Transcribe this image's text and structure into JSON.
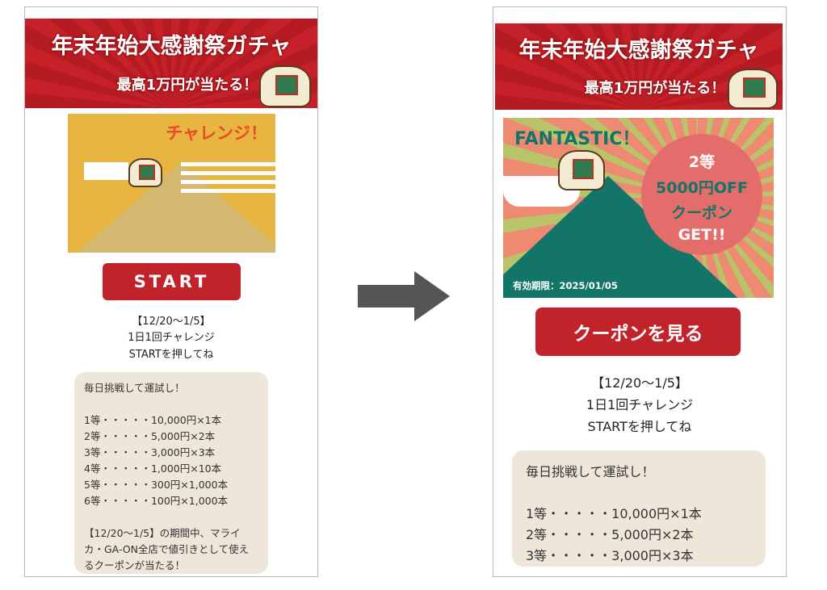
{
  "banner": {
    "title": "年末年始大感謝祭ガチャ",
    "subtitle": "最高1万円が当たる！"
  },
  "before": {
    "image_text": "チャレンジ！",
    "button": "START",
    "period": "【12/20〜1/5】",
    "line1": "1日1回チャレンジ",
    "line2": "STARTを押してね",
    "card": {
      "intro": "毎日挑戦して運試し！",
      "prizes": [
        "1等・・・・・10,000円×1本",
        "2等・・・・・5,000円×2本",
        "3等・・・・・3,000円×3本",
        "4等・・・・・1,000円×10本",
        "5等・・・・・300円×1,000本",
        "6等・・・・・100円×1,000本"
      ],
      "note": "【12/20〜1/5】の期間中、マライカ・GA-ON全店で値引きとして使えるクーポンが当たる！"
    }
  },
  "after": {
    "headline": "FANTASTIC！",
    "rank": "2等",
    "amount": "5000円OFF",
    "coupon": "クーポン",
    "get": "GET!!",
    "expiry": "有効期限：2025/01/05",
    "button": "クーポンを見る",
    "period": "【12/20〜1/5】",
    "line1": "1日1回チャレンジ",
    "line2": "STARTを押してね",
    "card": {
      "intro": "毎日挑戦して運試し！",
      "prizes": [
        "1等・・・・・10,000円×1本",
        "2等・・・・・5,000円×2本",
        "3等・・・・・3,000円×3本"
      ]
    }
  },
  "colors": {
    "red": "#c0232a",
    "teal": "#137567",
    "salmon": "#ee8a72",
    "gold": "#e8b540"
  }
}
